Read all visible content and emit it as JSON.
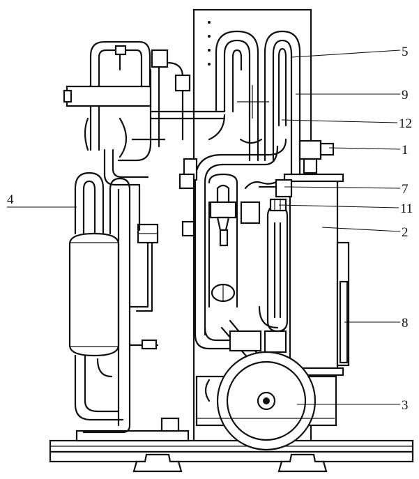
{
  "callouts": [
    {
      "id": "c5",
      "label": "5"
    },
    {
      "id": "c9",
      "label": "9"
    },
    {
      "id": "c12",
      "label": "12"
    },
    {
      "id": "c1",
      "label": "1"
    },
    {
      "id": "c7",
      "label": "7"
    },
    {
      "id": "c11",
      "label": "11"
    },
    {
      "id": "c2",
      "label": "2"
    },
    {
      "id": "c8",
      "label": "8"
    },
    {
      "id": "c3",
      "label": "3"
    },
    {
      "id": "c4",
      "label": "4"
    }
  ]
}
